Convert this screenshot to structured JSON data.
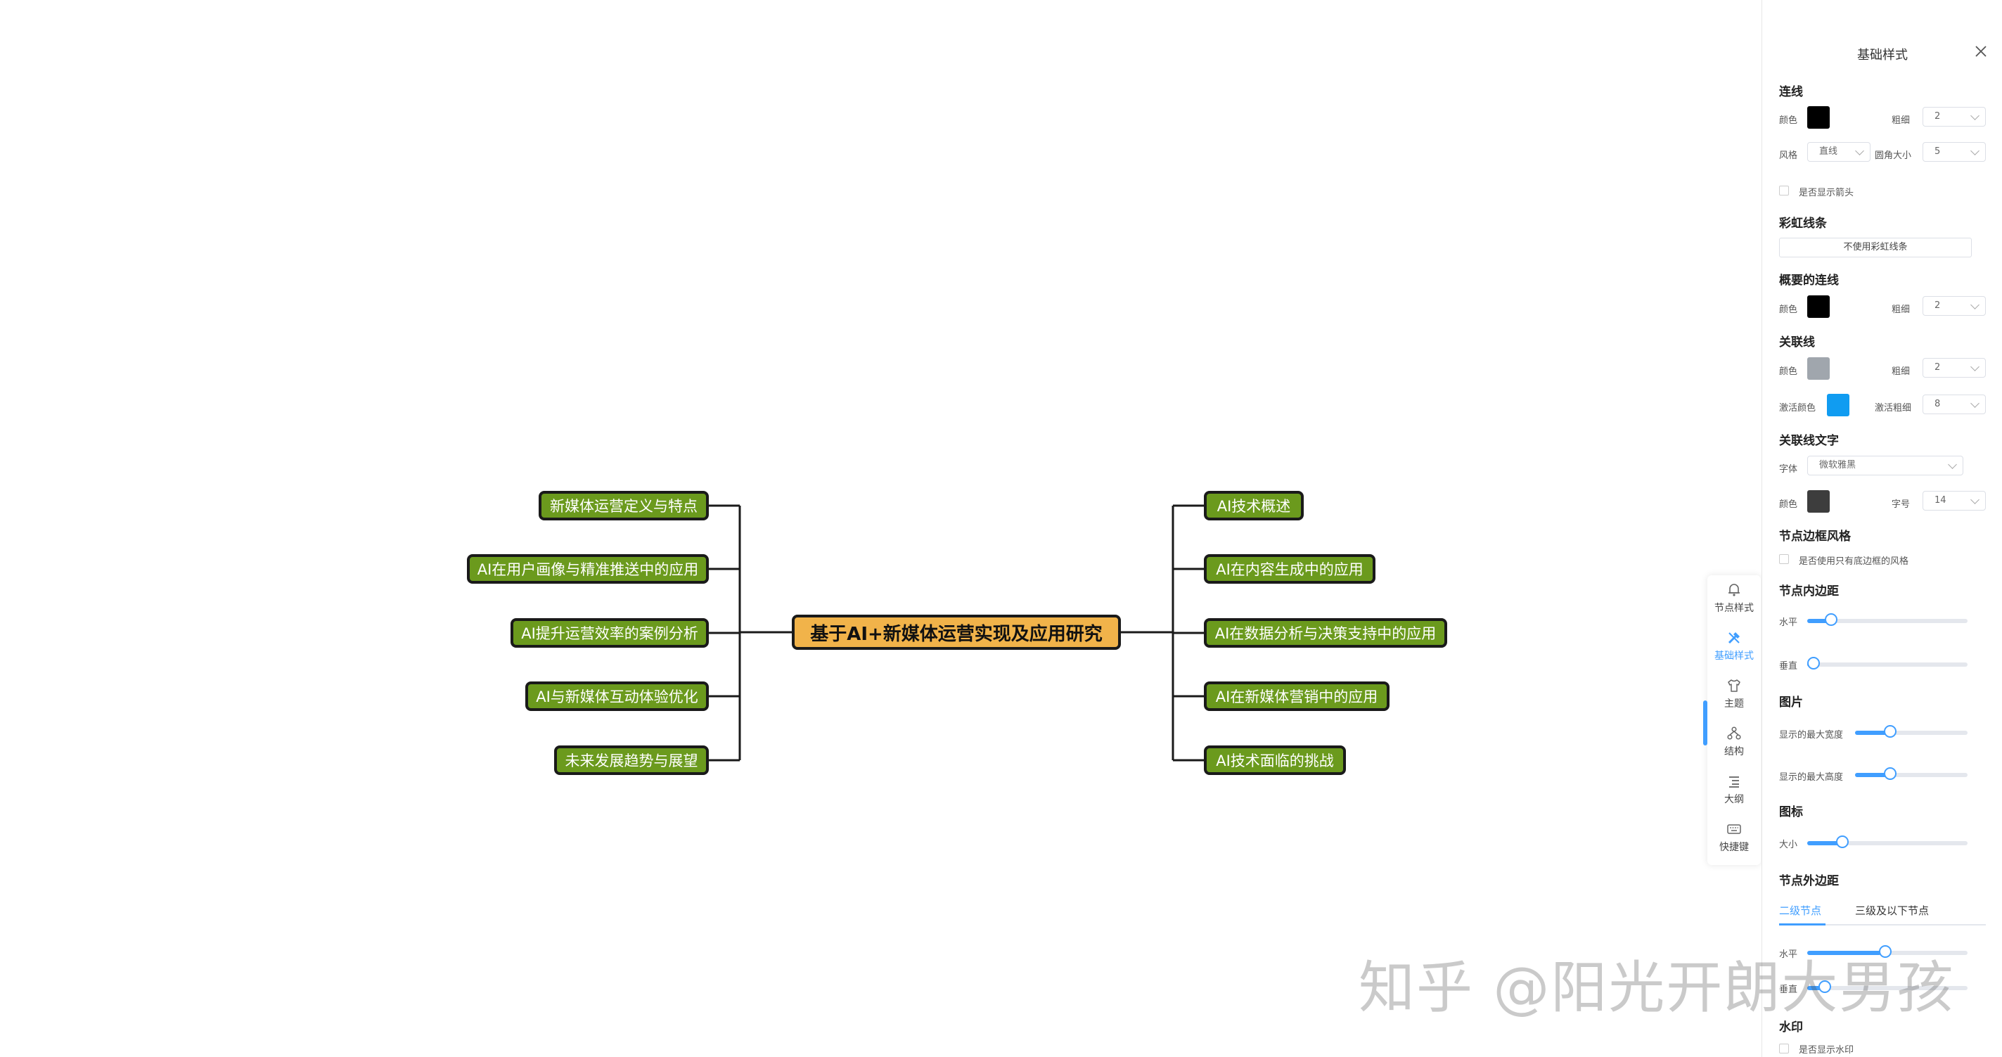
{
  "mindmap": {
    "root": "基于AI+新媒体运营实现及应用研究",
    "left_nodes": [
      "新媒体运营定义与特点",
      "AI在用户画像与精准推送中的应用",
      "AI提升运营效率的案例分析",
      "AI与新媒体互动体验优化",
      "未来发展趋势与展望"
    ],
    "right_nodes": [
      "AI技术概述",
      "AI在内容生成中的应用",
      "AI在数据分析与决策支持中的应用",
      "AI在新媒体营销中的应用",
      "AI技术面临的挑战"
    ],
    "colors": {
      "root_fill": "#f1b34a",
      "node_fill": "#6b9a1d",
      "border": "#1a1a1a",
      "line": "#1a1a1a"
    }
  },
  "toolbar": {
    "items": [
      {
        "label": "节点样式",
        "icon": "node-style-icon"
      },
      {
        "label": "基础样式",
        "icon": "basic-style-icon"
      },
      {
        "label": "主题",
        "icon": "theme-icon"
      },
      {
        "label": "结构",
        "icon": "structure-icon"
      },
      {
        "label": "大纲",
        "icon": "outline-icon"
      },
      {
        "label": "快捷键",
        "icon": "shortcut-icon"
      }
    ],
    "active": "基础样式",
    "accent": "#409eff"
  },
  "panel": {
    "title": "基础样式",
    "line": {
      "section": "连线",
      "color_label": "颜色",
      "color": "#000000",
      "width_label": "粗细",
      "width": "2",
      "style_label": "风格",
      "style": "直线",
      "radius_label": "圆角大小",
      "radius": "5",
      "arrow_label": "是否显示箭头"
    },
    "rainbow": {
      "section": "彩虹线条",
      "button": "不使用彩虹线条"
    },
    "summary_line": {
      "section": "概要的连线",
      "color_label": "颜色",
      "color": "#000000",
      "width_label": "粗细",
      "width": "2"
    },
    "assoc_line": {
      "section": "关联线",
      "color_label": "颜色",
      "color": "#a0a6ad",
      "width_label": "粗细",
      "width": "2",
      "active_color_label": "激活颜色",
      "active_color": "#109cf1",
      "active_width_label": "激活粗细",
      "active_width": "8"
    },
    "assoc_text": {
      "section": "关联线文字",
      "font_label": "字体",
      "font": "微软雅黑",
      "color_label": "颜色",
      "color": "#3d3d3d",
      "size_label": "字号",
      "size": "14"
    },
    "border_style": {
      "section": "节点边框风格",
      "option": "是否使用只有底边框的风格"
    },
    "padding": {
      "section": "节点内边距",
      "h_label": "水平",
      "h_level": 0.15,
      "v_label": "垂直",
      "v_level": 0.03
    },
    "image": {
      "section": "图片",
      "max_w_label": "显示的最大宽度",
      "max_w_level": 0.31,
      "max_h_label": "显示的最大高度",
      "max_h_level": 0.31
    },
    "icon": {
      "section": "图标",
      "size_label": "大小",
      "size_level": 0.22
    },
    "margin": {
      "section": "节点外边距",
      "tab1": "二级节点",
      "tab2": "三级及以下节点",
      "h_label": "水平",
      "v_label": "垂直"
    },
    "watermark": {
      "section": "水印",
      "option": "是否显示水印"
    }
  },
  "watermark_text": "知乎 @阳光开朗大男孩"
}
